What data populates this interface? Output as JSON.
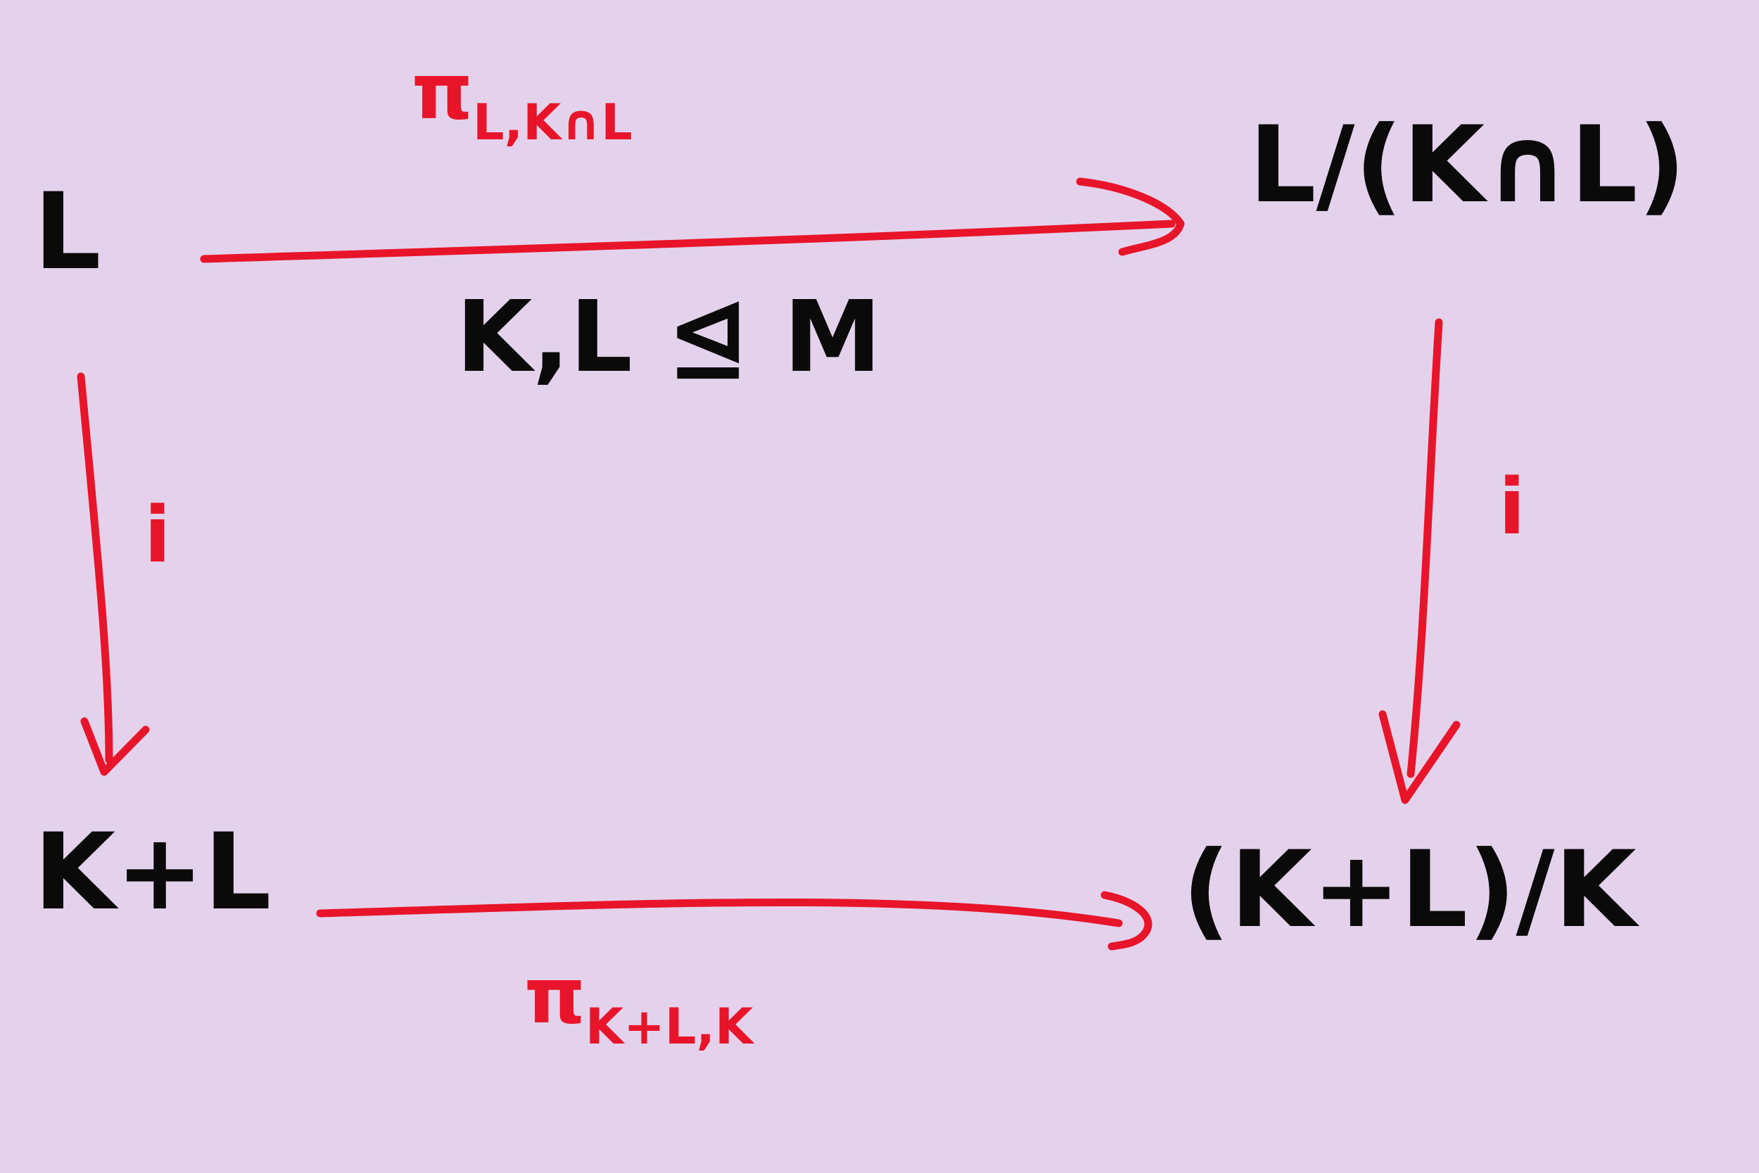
{
  "nodes": {
    "top_left": "L",
    "top_right": "L/(K∩L)",
    "bottom_left": "K+L",
    "bottom_right": "(K+L)/K"
  },
  "arrows": {
    "top": {
      "symbol": "π",
      "subscript": "L,K∩L"
    },
    "bottom": {
      "symbol": "π",
      "subscript": "K+L,K"
    },
    "left": "i",
    "right": "i"
  },
  "condition": "K,L ⊴ M",
  "colors": {
    "background": "#e4d2ec",
    "ink": "#0a0a0a",
    "arrow": "#e8152a"
  }
}
